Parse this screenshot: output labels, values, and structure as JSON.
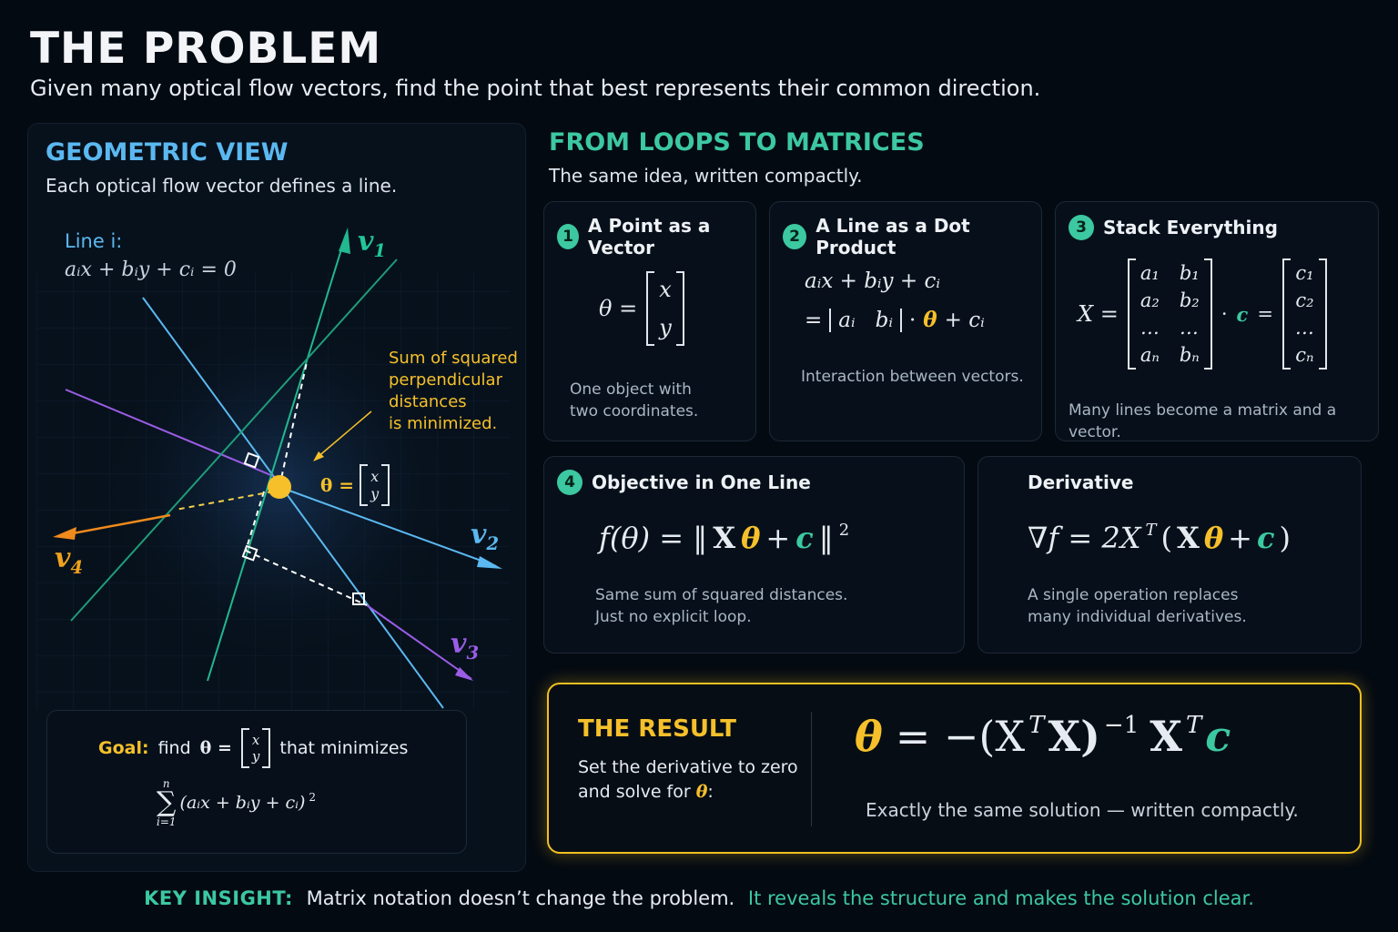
{
  "header": {
    "title": "THE PROBLEM",
    "subtitle": "Given many optical flow vectors, find the point that best represents their common direction."
  },
  "geometric": {
    "title": "GEOMETRIC VIEW",
    "subtitle": "Each optical flow vector defines a line.",
    "line_label": "Line i:",
    "line_eq": "aᵢx + bᵢy + cᵢ = 0",
    "annotation": [
      "Sum of squared",
      "perpendicular",
      "distances",
      "is minimized."
    ],
    "theta_label": "θ =",
    "vec_x": "x",
    "vec_y": "y",
    "vectors": {
      "v1": "v",
      "v1_sub": "1",
      "v2": "v",
      "v2_sub": "2",
      "v3": "v",
      "v3_sub": "3",
      "v4": "v",
      "v4_sub": "4"
    },
    "goal": {
      "label": "Goal:",
      "find": "find",
      "theta": "θ =",
      "x": "x",
      "y": "y",
      "tail": "that minimizes",
      "sum_top": "n",
      "sum": "∑",
      "sum_bot": "i=1",
      "expr": "(aᵢx + bᵢy + cᵢ)",
      "exp": "2"
    }
  },
  "matrices": {
    "title": "FROM LOOPS TO MATRICES",
    "subtitle": "The same idea, written compactly.",
    "card1": {
      "num": "1",
      "title": "A Point as a Vector",
      "lhs": "θ =",
      "x": "x",
      "y": "y",
      "note": [
        "One object with",
        "two coordinates."
      ]
    },
    "card2": {
      "num": "2",
      "title": "A Line as a Dot Product",
      "line1": "aᵢx + bᵢy + cᵢ",
      "eq": "=",
      "row_a": "aᵢ",
      "row_b": "bᵢ",
      "dot": "·",
      "theta": "θ",
      "plus": "+ cᵢ",
      "note": "Interaction between vectors."
    },
    "card3": {
      "num": "3",
      "title": "Stack Everything",
      "X": "X =",
      "rows": [
        [
          "a₁",
          "b₁"
        ],
        [
          "a₂",
          "b₂"
        ],
        [
          "…",
          "…"
        ],
        [
          "aₙ",
          "bₙ"
        ]
      ],
      "dot": "·",
      "c": "c",
      "eq": "=",
      "cvec": [
        "c₁",
        "c₂",
        "…",
        "cₙ"
      ],
      "note": "Many lines become a matrix and a vector."
    },
    "card4": {
      "num": "4",
      "title": "Objective in One Line",
      "f": "f(θ) = ‖",
      "X": "X",
      "theta": "θ",
      "plus": "+",
      "c": "c",
      "close": "‖",
      "exp": "2",
      "note": [
        "Same sum of squared distances.",
        "Just no explicit loop."
      ]
    },
    "derivative": {
      "title": "Derivative",
      "lhs": "∇f = 2X",
      "T": "T",
      "open": "(",
      "X": "X",
      "theta": "θ",
      "plus": "+",
      "c": "c",
      "close": ")",
      "note": [
        "A single operation replaces",
        "many individual derivatives."
      ]
    }
  },
  "result": {
    "title": "THE RESULT",
    "text1": "Set the derivative to zero",
    "text2": "and solve for",
    "theta": "θ",
    "colon": ":",
    "f_theta": "θ",
    "f_eq": "= −(X",
    "f_T1": "T",
    "f_X": "X)",
    "f_inv": "−1",
    "f_X2": "X",
    "f_T2": "T",
    "f_c": "c",
    "caption": "Exactly the same solution — written compactly."
  },
  "insight": {
    "label": "KEY INSIGHT:",
    "text": "Matrix notation doesn’t change the problem.",
    "highlight": "It reveals the structure and makes the solution clear."
  },
  "colors": {
    "blue": "#5bb8f0",
    "teal": "#3cc8a0",
    "yellow": "#f5c02a",
    "purple": "#9b5de5",
    "orange": "#f08a1c"
  }
}
